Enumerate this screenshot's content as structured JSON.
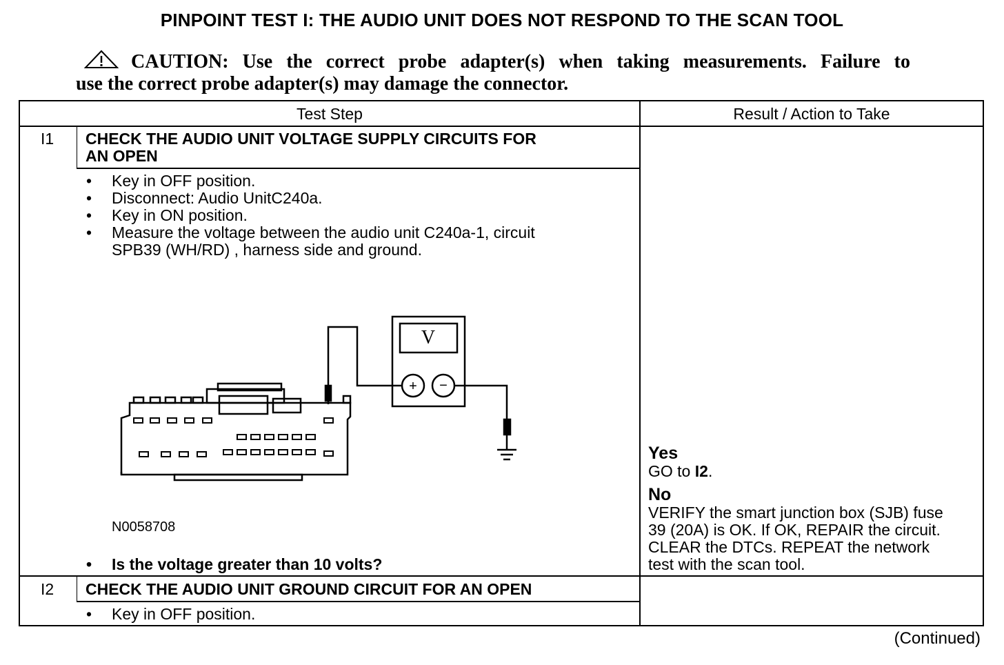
{
  "title": "PINPOINT TEST I: THE AUDIO UNIT DOES NOT RESPOND TO THE SCAN TOOL",
  "caution": {
    "line1": "CAUTION: Use the correct probe adapter(s) when taking measurements. Failure to",
    "line2": "use the correct probe adapter(s) may damage the connector."
  },
  "table": {
    "header_test_step": "Test Step",
    "header_result": "Result / Action to Take",
    "steps": [
      {
        "id": "I1",
        "heading_l1": "CHECK THE AUDIO UNIT VOLTAGE SUPPLY CIRCUITS FOR",
        "heading_l2": "AN OPEN",
        "bullets": [
          "Key in OFF position.",
          "Disconnect: Audio UnitC240a.",
          "Key in ON position.",
          "Measure the voltage between the audio unit C240a-1, circuit",
          "SPB39 (WH/RD) , harness side and ground."
        ],
        "figure_id": "N0058708",
        "meter_label": "V",
        "question": "Is the voltage greater than 10 volts?",
        "result": {
          "yes_label": "Yes",
          "yes_text": "GO to ",
          "yes_target": "I2",
          "yes_end": ".",
          "no_label": "No",
          "no_lines": [
            "VERIFY the smart junction box (SJB) fuse",
            "39 (20A) is OK. If OK, REPAIR the circuit.",
            "CLEAR the DTCs. REPEAT the network",
            "test with the scan tool."
          ]
        }
      },
      {
        "id": "I2",
        "heading_l1": "CHECK THE AUDIO UNIT GROUND CIRCUIT FOR AN OPEN",
        "bullets": [
          "Key in OFF position."
        ]
      }
    ]
  },
  "continued": "(Continued)"
}
